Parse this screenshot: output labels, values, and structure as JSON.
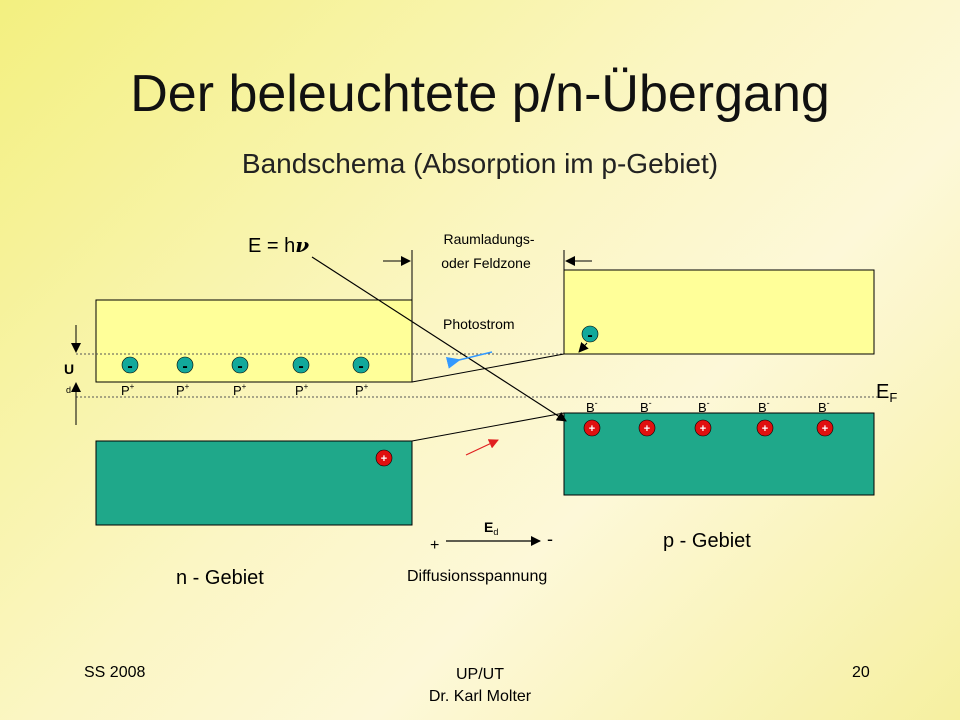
{
  "slide": {
    "title": "Der beleuchtete p/n-Übergang",
    "subtitle": "Bandschema (Absorption im p-Gebiet)"
  },
  "diagram": {
    "photon_label_prefix": "E = h",
    "photon_symbol": "ν",
    "zone_label_line1": "Raumladungs-",
    "zone_label_line2": "oder Feldzone",
    "photocurrent_label": "Photostrom",
    "voltage_label": "U",
    "voltage_subscript": "d",
    "fermi_label": "E",
    "fermi_subscript": "F",
    "donor_label": "P",
    "donor_charge": "+",
    "acceptor_label": "B",
    "acceptor_charge": "-",
    "electron_symbol": "-",
    "hole_symbol": "+",
    "field_label": "E",
    "field_subscript": "d",
    "field_plus": "+",
    "field_minus": "-",
    "diffusion_label": "Diffusionsspannung",
    "n_region_label": "n - Gebiet",
    "p_region_label": "p - Gebiet"
  },
  "footer": {
    "left": "SS 2008",
    "center_line1": "UP/UT",
    "center_line2": "Dr. Karl Molter",
    "right": "20"
  },
  "colors": {
    "conduction_band": "#ffff99",
    "valence_band": "#1fa88a",
    "electron": "#12a89b",
    "hole": "#e01010",
    "photocurrent_arrow": "#3399ff",
    "hole_arrow": "#e02020"
  }
}
